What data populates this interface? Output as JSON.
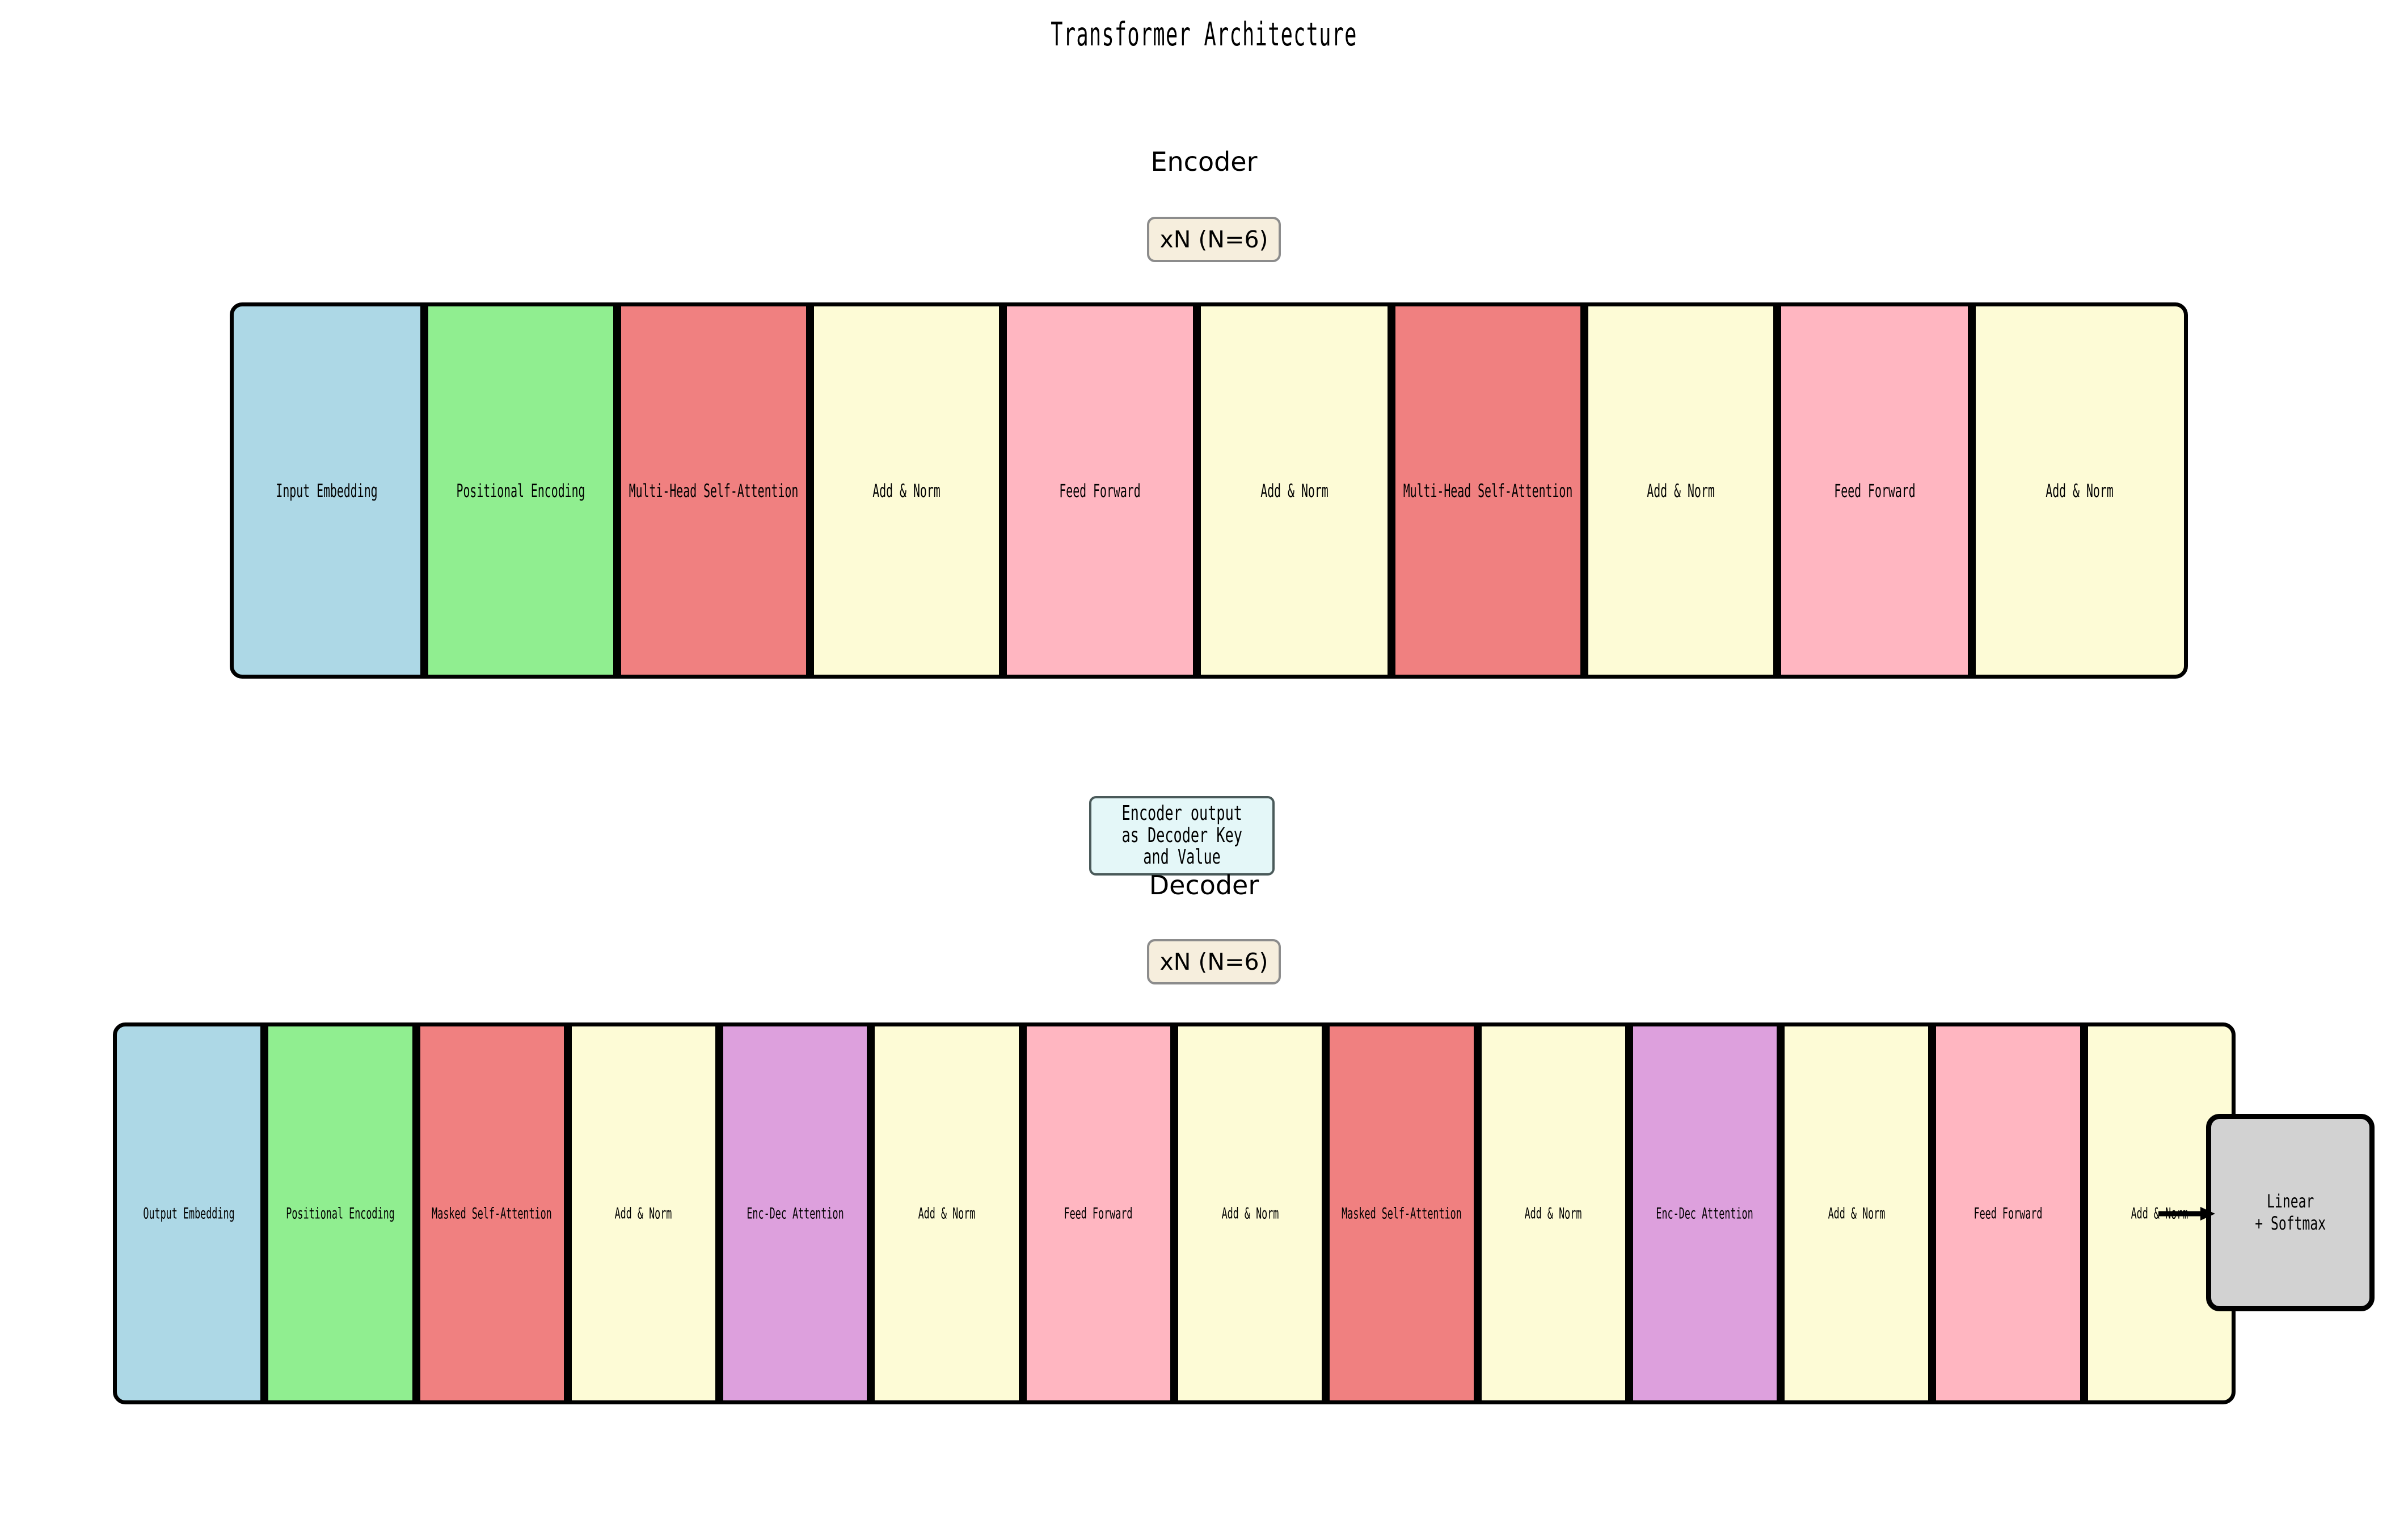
{
  "title": "Transformer Architecture",
  "palette": {
    "embedding": "#add8e6",
    "positional": "#90ee90",
    "attention": "#f08080",
    "add_norm": "#fdfbd6",
    "feed_forward": "#ffb6c1",
    "cross_attention": "#dda0dd",
    "output_head": "#d2d2d2",
    "badge_bg": "#f6eedd",
    "badge_border": "#8c8c8c",
    "note_bg": "#e4f7f8",
    "note_border": "#4a5a5a",
    "stroke": "#000000",
    "background": "#ffffff"
  },
  "encoder": {
    "heading": "Encoder",
    "repeat_badge": "xN (N=6)",
    "blocks": [
      {
        "label": "Input Embedding",
        "color": "#add8e6",
        "width_pct": 3.62
      },
      {
        "label": "Positional Encoding",
        "color": "#90ee90",
        "width_pct": 3.62
      },
      {
        "label": "Multi-Head Self-Attention",
        "color": "#f08080",
        "width_pct": 3.45
      },
      {
        "label": "Add & Norm",
        "color": "#fdfbd6",
        "width_pct": 3.45
      },
      {
        "label": "Feed Forward",
        "color": "#ffb6c1",
        "width_pct": 3.62
      },
      {
        "label": "Add & Norm",
        "color": "#fdfbd6",
        "width_pct": 3.62
      },
      {
        "label": "Multi-Head Self-Attention",
        "color": "#f08080",
        "width_pct": 3.45
      },
      {
        "label": "Add & Norm",
        "color": "#fdfbd6",
        "width_pct": 3.45
      },
      {
        "label": "Feed Forward",
        "color": "#ffb6c1",
        "width_pct": 3.62
      },
      {
        "label": "Add & Norm",
        "color": "#fdfbd6",
        "width_pct": 4.05
      }
    ]
  },
  "decoder": {
    "heading": "Decoder",
    "repeat_badge": "xN (N=6)",
    "blocks": [
      {
        "label": "Output Embedding",
        "color": "#add8e6"
      },
      {
        "label": "Positional Encoding",
        "color": "#90ee90"
      },
      {
        "label": "Masked Self-Attention",
        "color": "#f08080"
      },
      {
        "label": "Add & Norm",
        "color": "#fdfbd6"
      },
      {
        "label": "Enc-Dec Attention",
        "color": "#dda0dd"
      },
      {
        "label": "Add & Norm",
        "color": "#fdfbd6"
      },
      {
        "label": "Feed Forward",
        "color": "#ffb6c1"
      },
      {
        "label": "Add & Norm",
        "color": "#fdfbd6"
      },
      {
        "label": "Masked Self-Attention",
        "color": "#f08080"
      },
      {
        "label": "Add & Norm",
        "color": "#fdfbd6"
      },
      {
        "label": "Enc-Dec Attention",
        "color": "#dda0dd"
      },
      {
        "label": "Add & Norm",
        "color": "#fdfbd6"
      },
      {
        "label": "Feed Forward",
        "color": "#ffb6c1"
      },
      {
        "label": "Add & Norm",
        "color": "#fdfbd6"
      }
    ]
  },
  "encoder_output_note": {
    "lines": [
      "Encoder output",
      "as Decoder Key",
      "and Value"
    ]
  },
  "output_head": {
    "lines": [
      "Linear",
      "+ Softmax"
    ]
  }
}
